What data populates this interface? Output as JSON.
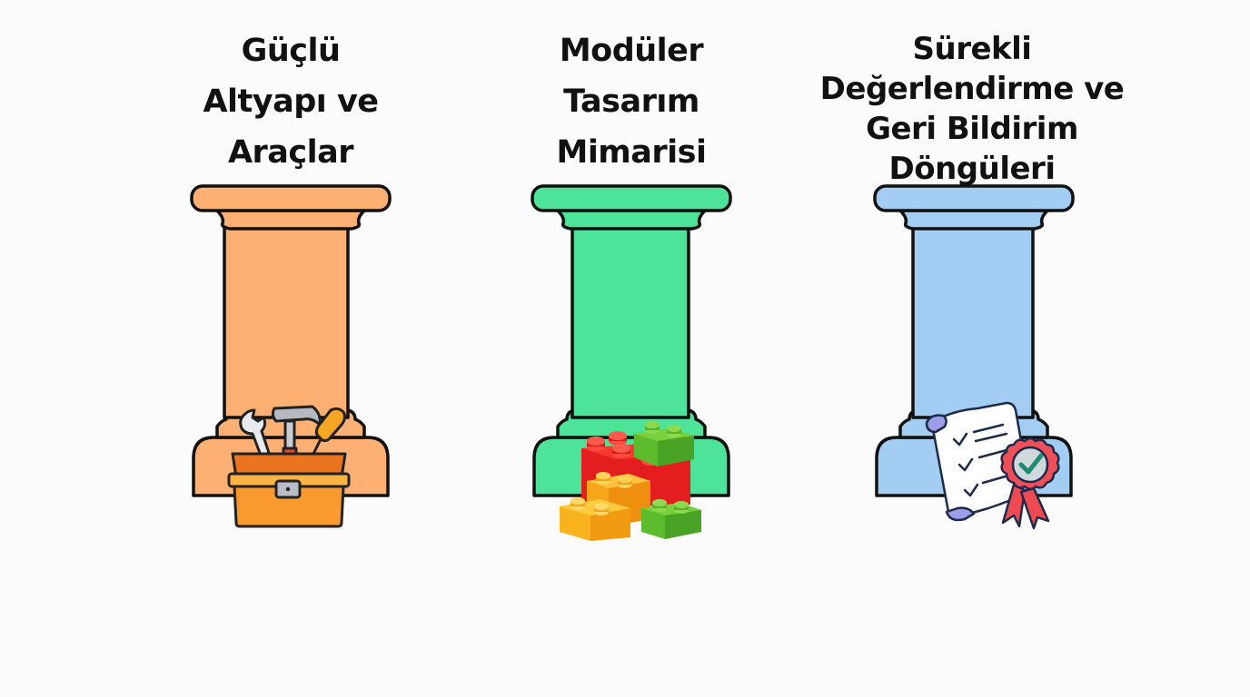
{
  "pillars": [
    {
      "id": "infrastructure",
      "title_lines": [
        "Güçlü",
        "Altyapı ve",
        "Araçlar"
      ],
      "color": "#fdb073",
      "icon": "toolbox-icon"
    },
    {
      "id": "modular",
      "title_lines": [
        "Modüler",
        "Tasarım",
        "Mimarisi"
      ],
      "color": "#4de398",
      "icon": "building-blocks-icon"
    },
    {
      "id": "feedback",
      "title_lines": [
        "Sürekli",
        "Değerlendirme ve",
        "Geri Bildirim",
        "Döngüleri"
      ],
      "color": "#a4cdf3",
      "icon": "certificate-checklist-icon"
    }
  ],
  "colors": {
    "background": "#fbfbfb",
    "outline": "#111111",
    "text": "#111111"
  }
}
